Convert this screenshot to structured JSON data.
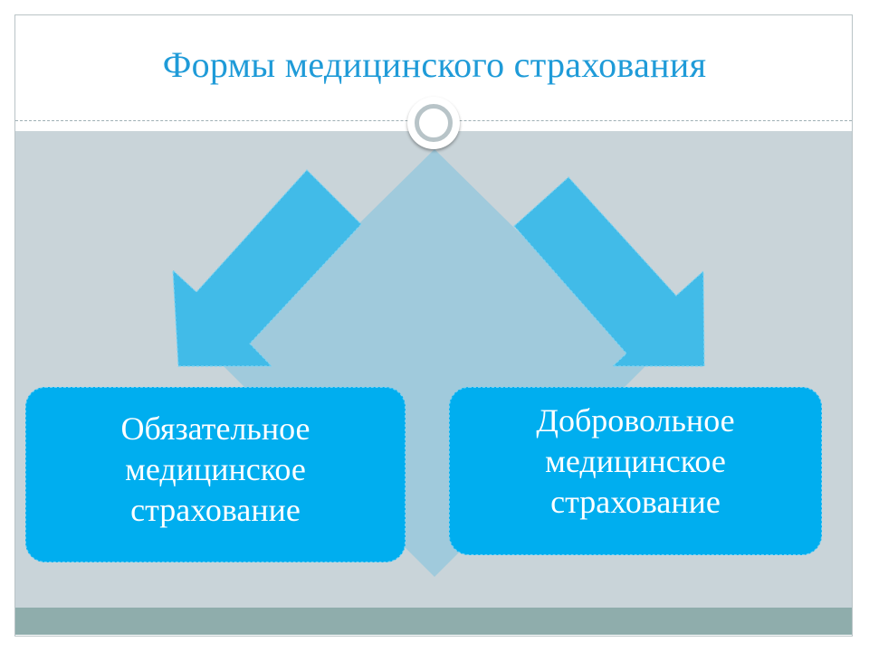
{
  "slide": {
    "title": "Формы медицинского страхования"
  },
  "diagram": {
    "type": "hierarchy",
    "branches": [
      {
        "label": "Обязательное\nмедицинское\nстрахование"
      },
      {
        "label": "Добровольное\nмедицинское\nстрахование"
      }
    ]
  },
  "colors": {
    "title": "#1f9bd8",
    "content_band": "#c9d4d9",
    "footer_band": "#8fadac",
    "diamond": "#a0cadc",
    "arrow": "#41bbe8",
    "box_fill": "#00aeef",
    "box_text": "#ffffff"
  },
  "icons": {
    "ring": "circle-ring-icon",
    "arrows": "down-arrow-icon"
  }
}
